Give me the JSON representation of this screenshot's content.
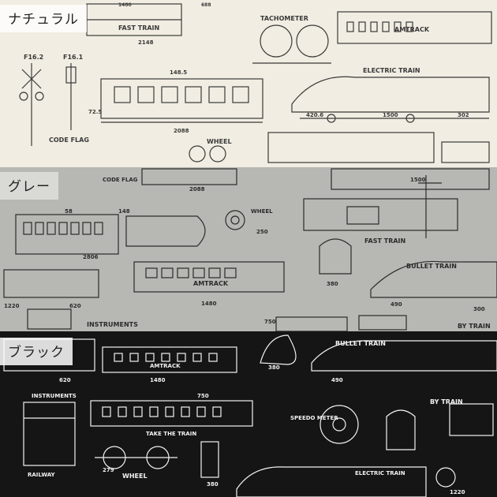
{
  "swatches": [
    {
      "label": "ナチュラル",
      "bg": "#f1ede2",
      "ink": "#3a3a3a",
      "texts": [
        "1480",
        "688",
        "FAST TRAIN",
        "TACHOMETER",
        "AMTRACK",
        "F16.2",
        "F16.1",
        "2148",
        "148.5",
        "ELECTRIC TRAIN",
        "72.5",
        "2088",
        "CODE FLAG",
        "WHEEL",
        "420.6",
        "1500",
        "302"
      ]
    },
    {
      "label": "グレー",
      "bg": "#b7b8b3",
      "ink": "#2b2b2b",
      "texts": [
        "CODE FLAG",
        "2088",
        "1500",
        "WHEEL",
        "58",
        "148",
        "250",
        "FAST TRAIN",
        "2806",
        "380",
        "BULLET TRAIN",
        "AMTRACK",
        "1220",
        "620",
        "1480",
        "490",
        "INSTRUMENTS",
        "750",
        "300",
        "BY TRAIN"
      ]
    },
    {
      "label": "ブラック",
      "bg": "#151515",
      "ink": "#f2f2f2",
      "texts": [
        "BULLET TRAIN",
        "AMTRACK",
        "380",
        "490",
        "620",
        "1480",
        "INSTRUMENTS",
        "TAKE THE TRAIN",
        "750",
        "SPEEDO METER",
        "BY TRAIN",
        "RAILWAY",
        "WHEEL",
        "279",
        "380",
        "ELECTRIC TRAIN",
        "1220"
      ]
    }
  ]
}
